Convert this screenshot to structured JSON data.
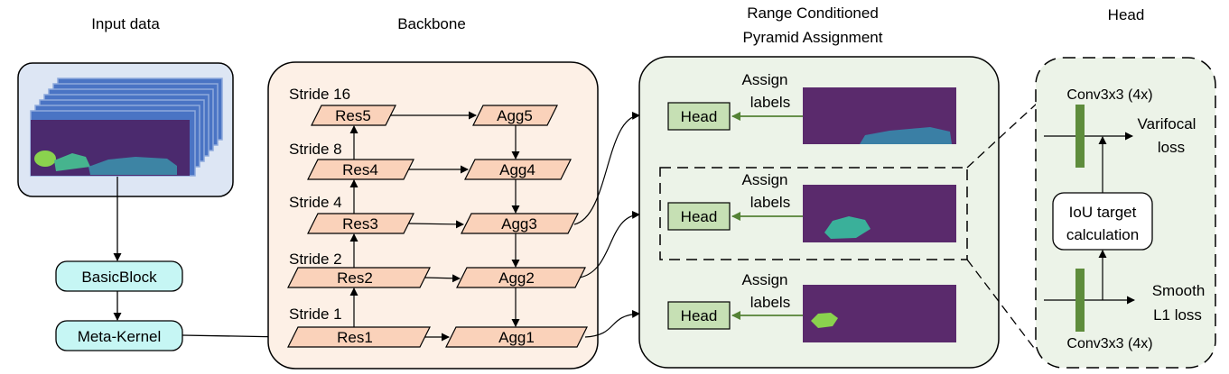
{
  "sections": {
    "input": "Input data",
    "backbone": "Backbone",
    "assign_line1": "Range Conditioned",
    "assign_line2": "Pyramid Assignment",
    "head": "Head"
  },
  "blocks": {
    "basic": "BasicBlock",
    "meta": "Meta-Kernel"
  },
  "strides": [
    "Stride 1",
    "Stride 2",
    "Stride 4",
    "Stride 8",
    "Stride 16"
  ],
  "res": [
    "Res1",
    "Res2",
    "Res3",
    "Res4",
    "Res5"
  ],
  "agg": [
    "Agg1",
    "Agg2",
    "Agg3",
    "Agg4",
    "Agg5"
  ],
  "assign": {
    "label_line1": "Assign",
    "label_line2": "labels",
    "head_box": "Head"
  },
  "head_detail": {
    "conv_top": "Conv3x3 (4x)",
    "conv_bottom": "Conv3x3 (4x)",
    "varifocal_1": "Varifocal",
    "varifocal_2": "loss",
    "iou_1": "IoU target",
    "iou_2": "calculation",
    "smooth_1": "Smooth",
    "smooth_2": "L1 loss"
  },
  "colors": {
    "input_panel": "#dde6f4",
    "range_image": "#5a2a6c",
    "object": "#3a7fa5",
    "block": "#c6f6f4",
    "backbone_panel": "#fdf0e6",
    "parallelogram": "#fad2ba",
    "assign_panel": "#ecf3e8",
    "head_box": "#c6e0b4",
    "arrow_green": "#548235",
    "conv_bar": "#5e8c3c"
  }
}
